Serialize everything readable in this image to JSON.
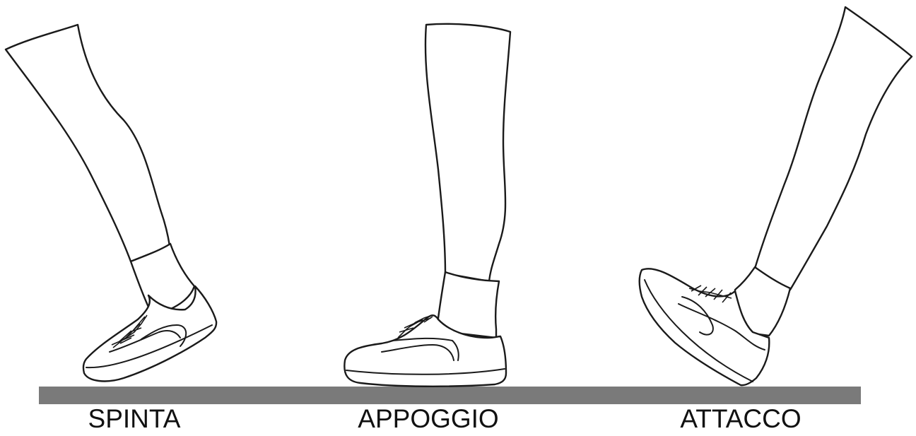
{
  "phases": [
    {
      "id": "spinta",
      "label": "SPINTA"
    },
    {
      "id": "appoggio",
      "label": "APPOGGIO"
    },
    {
      "id": "attacco",
      "label": "ATTACCO"
    }
  ],
  "colors": {
    "ground": "#7a7a7a",
    "line": "#1a1a1a",
    "background": "#ffffff"
  },
  "icons": [
    "leg-icon",
    "sock-icon",
    "running-shoe-icon"
  ]
}
